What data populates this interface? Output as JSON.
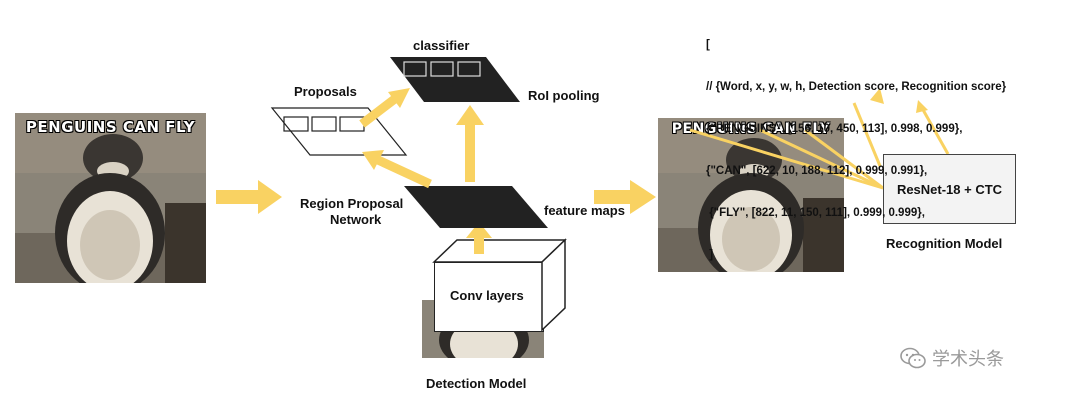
{
  "diagram": {
    "classifier": "classifier",
    "roi_pooling": "RoI pooling",
    "proposals": "Proposals",
    "rpn_line1": "Region Proposal",
    "rpn_line2": "Network",
    "feature_maps": "feature maps",
    "conv_layers": "Conv layers",
    "detection_model": "Detection Model",
    "recognition_box": "ResNet-18 + CTC",
    "recognition_model": "Recognition Model",
    "meme_text": "PENGUINS CAN FLY",
    "output_lines": [
      "[",
      "// {Word, x, y, w, h, Detection score, Recognition score}",
      "{\"PENGUINS\", [156, 10, 450, 113], 0.998, 0.999},",
      "{\"CAN\", [622, 10, 188, 112], 0.999, 0.991},",
      " {\"FLY\", [822, 11, 150, 111], 0.999, 0.999},",
      " ]"
    ],
    "watermark": "学术头条",
    "arrow_color": "#f9d262",
    "dark_plane_color": "#222222"
  }
}
